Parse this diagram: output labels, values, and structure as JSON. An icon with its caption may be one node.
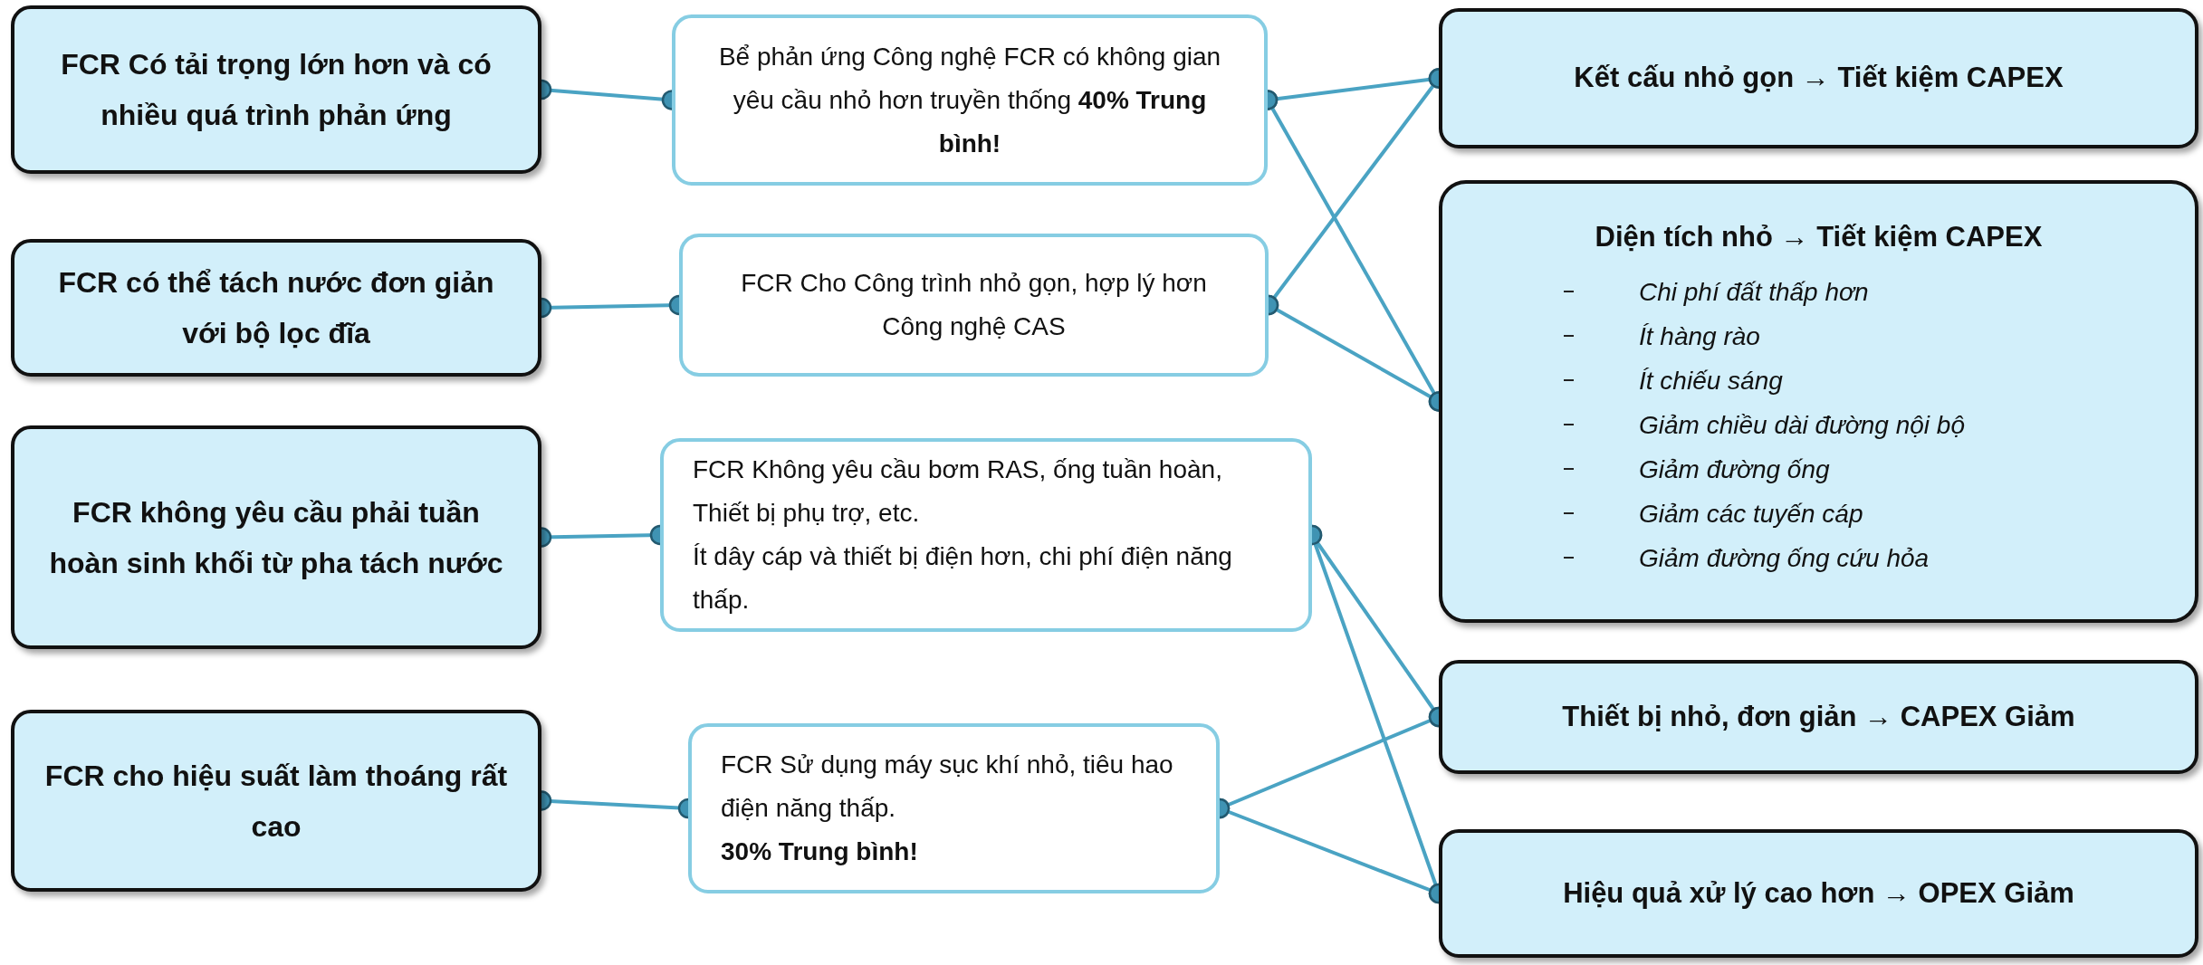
{
  "diagram": {
    "nodes": [
      {
        "text": [
          "FCR Có tải trọng lớn hơn và có nhiều quá trình phản ứng"
        ]
      },
      {
        "text": [
          "FCR có thể tách nước đơn giản với bộ lọc đĩa"
        ]
      },
      {
        "text": [
          "FCR không yêu cầu phải tuần hoàn sinh khối từ pha tách nước"
        ]
      },
      {
        "text": [
          "FCR cho hiệu suất làm thoáng rất cao"
        ]
      },
      {
        "text": [
          "Bể phản ứng Công nghệ FCR có không gian yêu cầu nhỏ hơn truyền thống **40% Trung bình!**"
        ]
      },
      {
        "text": [
          "FCR Cho Công trình nhỏ gọn, hợp lý hơn Công nghệ CAS"
        ]
      },
      {
        "text": [
          "FCR Không yêu cầu bơm RAS, ống tuần hoàn, Thiết bị phụ trợ, etc.",
          "Ít dây cáp và thiết bị điện hơn, chi phí điện năng thấp."
        ]
      },
      {
        "text": [
          "FCR Sử dụng máy sục khí nhỏ, tiêu hao điện năng thấp. **30% Trung bình!**"
        ]
      },
      {
        "text": [
          "Kết cấu nhỏ gọn → Tiết kiệm CAPEX"
        ]
      },
      {
        "text": [
          "Diện tích nhỏ → Tiết kiệm CAPEX",
          "Chi phí đất thấp hơn",
          "Ít hàng rào",
          "Ít chiếu sáng",
          "Giảm chiều dài đường nội bộ",
          "Giảm đường ống",
          "Giảm các tuyến cáp",
          "Giảm đường ống cứu hỏa"
        ]
      },
      {
        "text": [
          "Thiết bị nhỏ, đơn giản → CAPEX Giảm"
        ]
      },
      {
        "text": [
          "Hiệu quả xử lý cao hơn → OPEX Giảm"
        ]
      }
    ],
    "edges": [
      {
        "from": 0,
        "to": 4,
        "arrow": "other"
      },
      {
        "from": 1,
        "to": 5,
        "arrow": "other"
      },
      {
        "from": 2,
        "to": 6,
        "arrow": "other"
      },
      {
        "from": 3,
        "to": 7,
        "arrow": "other"
      },
      {
        "from": 4,
        "to": 8,
        "arrow": "other"
      },
      {
        "from": 4,
        "to": 9,
        "arrow": "other"
      },
      {
        "from": 5,
        "to": 8,
        "arrow": "other"
      },
      {
        "from": 5,
        "to": 9,
        "arrow": "other"
      },
      {
        "from": 6,
        "to": 10,
        "arrow": "other"
      },
      {
        "from": 6,
        "to": 11,
        "arrow": "other"
      },
      {
        "from": 7,
        "to": 10,
        "arrow": "other"
      },
      {
        "from": 7,
        "to": 11,
        "arrow": "other"
      }
    ]
  }
}
